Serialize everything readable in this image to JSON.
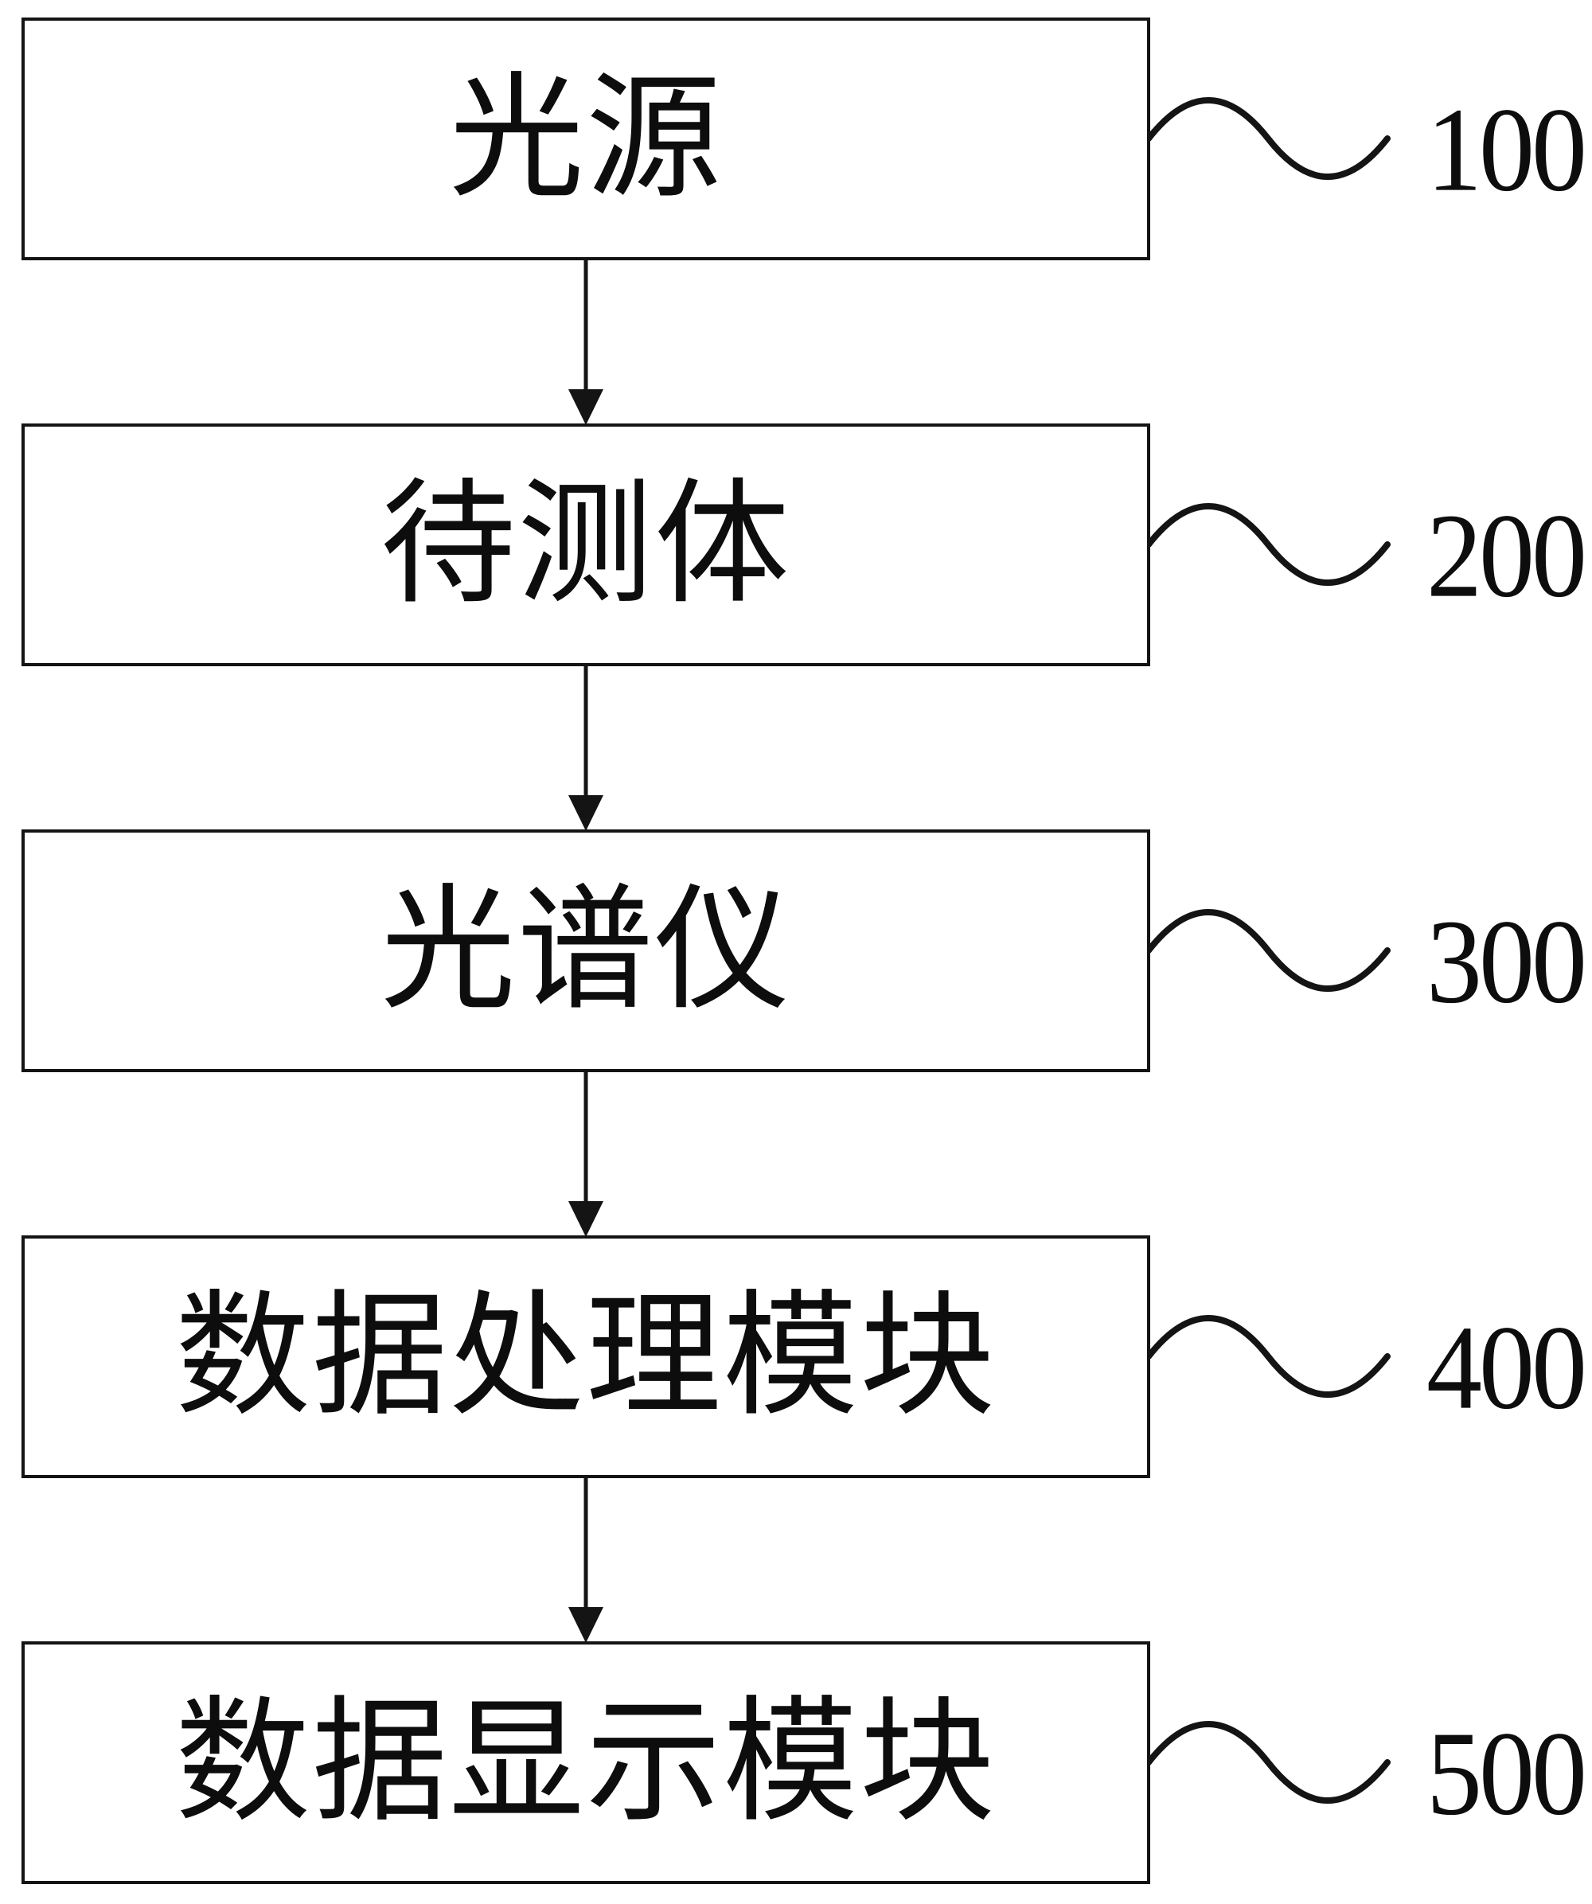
{
  "diagram": {
    "type": "block-flow-diagram",
    "background_color": "#ffffff",
    "stroke_color": "#141414",
    "blocks": [
      {
        "label": "光源",
        "ref": "100"
      },
      {
        "label": "待测体",
        "ref": "200"
      },
      {
        "label": "光谱仪",
        "ref": "300"
      },
      {
        "label": "数据处理模块",
        "ref": "400"
      },
      {
        "label": "数据显示模块",
        "ref": "500"
      }
    ],
    "arrows": [
      {
        "from": "光源",
        "to": "待测体"
      },
      {
        "from": "待测体",
        "to": "光谱仪"
      },
      {
        "from": "光谱仪",
        "to": "数据处理模块"
      },
      {
        "from": "数据处理模块",
        "to": "数据显示模块"
      }
    ]
  }
}
